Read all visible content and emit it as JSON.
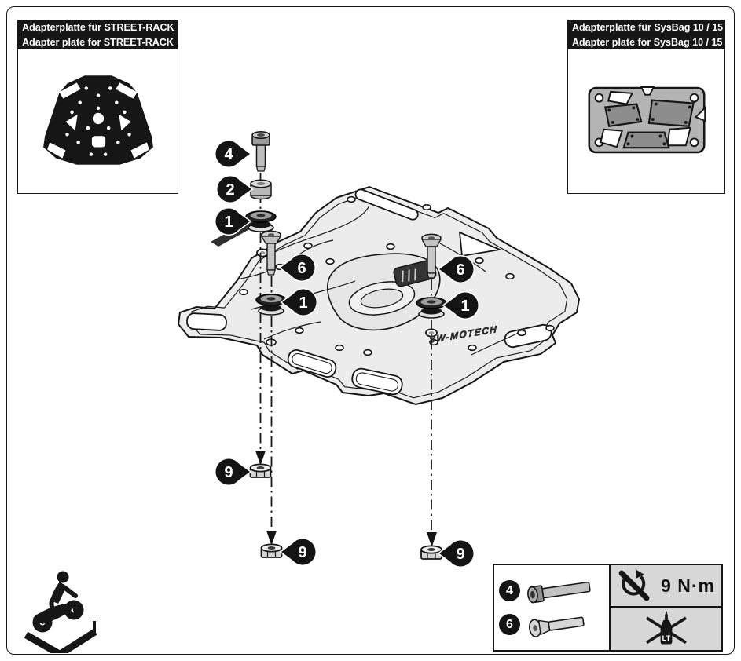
{
  "panel_street_rack": {
    "title_de": "Adapterplatte für STREET-RACK",
    "title_en": "Adapter plate for STREET-RACK"
  },
  "panel_sysbag": {
    "title_de": "Adapterplatte für SysBag 10 / 15",
    "title_en": "Adapter plate for SysBag 10 / 15"
  },
  "diagram": {
    "brand_text": "SW-MOTECH",
    "callouts": {
      "screw_top": "4",
      "spacer_top": "2",
      "grommet_top": "1",
      "screw_left": "6",
      "grommet_left": "1",
      "screw_right": "6",
      "grommet_right": "1",
      "nut_upper": "9",
      "nut_lower_left": "9",
      "nut_lower_right": "9"
    }
  },
  "parts_table": {
    "row_screw_cap": "4",
    "row_screw_flat": "6",
    "torque_value": "9 N·m"
  },
  "colors": {
    "line": "#161616",
    "plate_fill": "#ececec",
    "table_gray": "#d7d7d7"
  }
}
